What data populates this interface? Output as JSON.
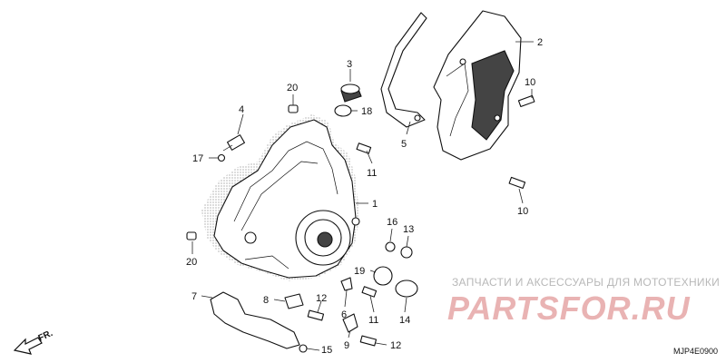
{
  "diagram": {
    "callouts": [
      "1",
      "2",
      "3",
      "4",
      "5",
      "6",
      "7",
      "8",
      "9",
      "10",
      "10",
      "11",
      "11",
      "12",
      "12",
      "13",
      "14",
      "15",
      "16",
      "17",
      "18",
      "19",
      "20",
      "20"
    ],
    "front_marker": "FR.",
    "code": "MJP4E0900"
  },
  "watermark": {
    "subtitle": "ЗАПЧАСТИ И АКСЕССУАРЫ ДЛЯ МОТОТЕХНИКИ",
    "logo": "PARTSFOR.RU"
  }
}
